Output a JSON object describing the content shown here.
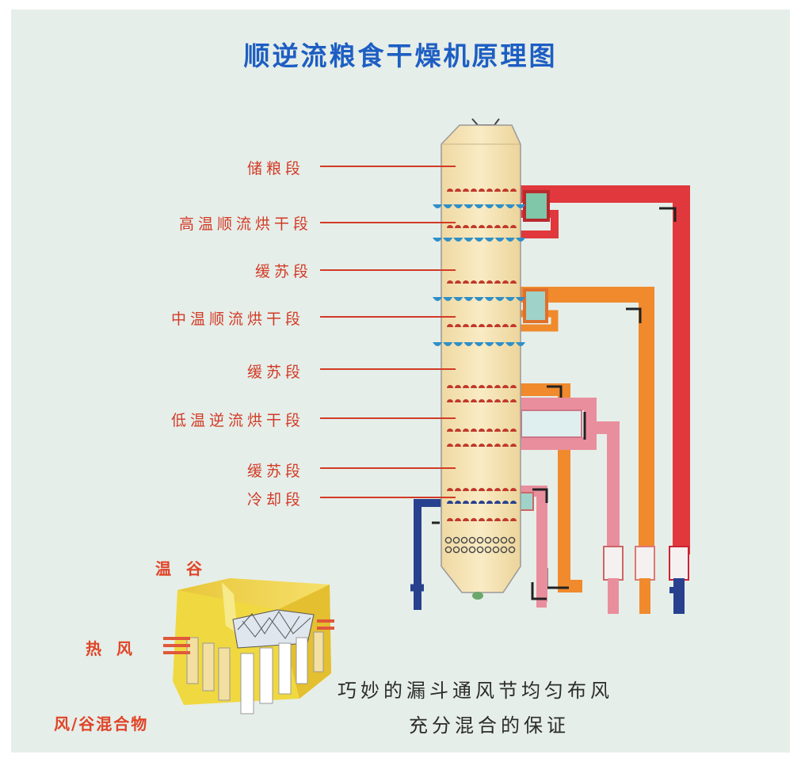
{
  "title": "顺逆流粮食干燥机原理图",
  "section_labels": [
    "储粮段",
    "高温顺流烘干段",
    "缓苏段",
    "中温顺流烘干段",
    "缓苏段",
    "低温逆流烘干段",
    "缓苏段",
    "冷却段"
  ],
  "inset": {
    "top_label": "温 谷",
    "middle_label": "热 风",
    "bottom_label": "风/谷混合物"
  },
  "caption": {
    "line1": "巧妙的漏斗通风节均匀布风",
    "line2": "充分混合的保证"
  },
  "colors": {
    "title": "#1d5ec3",
    "labels": "#d23a26",
    "tower": "#f6e3b3",
    "red_duct": "#e0383c",
    "orange_duct": "#f08a2c",
    "pink_duct": "#e98e9d",
    "navy_duct": "#27418f",
    "vent_blue": "#2f8fc8",
    "vent_red": "#c0392b"
  }
}
